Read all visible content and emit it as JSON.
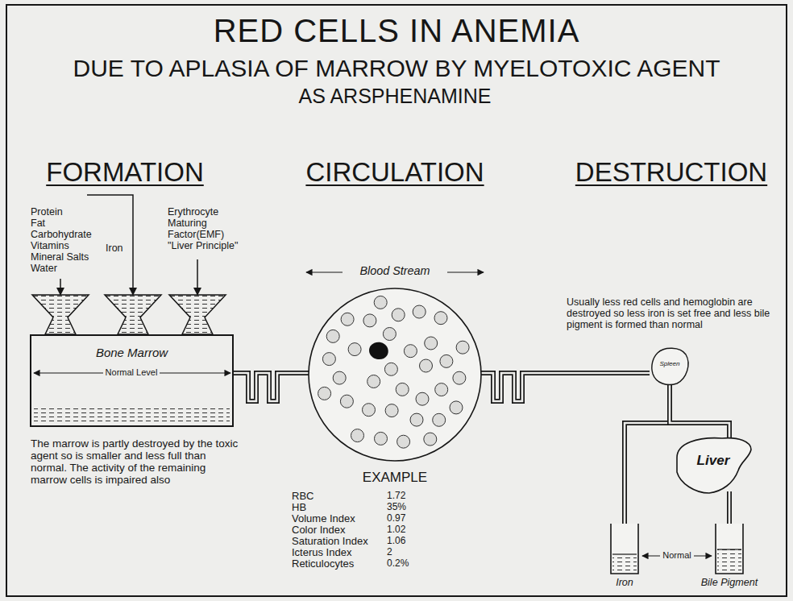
{
  "diagram": {
    "title": "RED CELLS IN ANEMIA",
    "nodes": [
      {
        "text": [
          "Bone Marrow"
        ]
      },
      {
        "text": [
          "Blood Stream"
        ]
      },
      {
        "text": [
          "Spleen"
        ]
      },
      {
        "text": [
          "Liver"
        ]
      },
      {
        "text": [
          "Iron"
        ]
      },
      {
        "text": [
          "Bile Pigment"
        ]
      }
    ],
    "edges": [
      {
        "from": 0,
        "to": 1,
        "arrow": "none"
      },
      {
        "from": 1,
        "to": 2,
        "arrow": "none"
      },
      {
        "from": 2,
        "to": 4,
        "arrow": "none"
      },
      {
        "from": 2,
        "to": 3,
        "arrow": "none"
      },
      {
        "from": 3,
        "to": 5,
        "arrow": "none"
      }
    ],
    "labels": [
      "DUE TO APLASIA OF MARROW BY MYELOTOXIC AGENT",
      "AS ARSPHENAMINE",
      "FORMATION",
      "CIRCULATION",
      "DESTRUCTION",
      "Protein",
      "Fat",
      "Carbohydrate",
      "Vitamins",
      "Mineral Salts",
      "Water",
      "Iron",
      "Erythrocyte",
      "Maturing",
      "Factor(EMF)",
      "\"Liver Principle\"",
      "Normal Level",
      "The marrow is partly destroyed by the toxic agent so is smaller and less full than normal. The activity of the remaining marrow cells is impaired also",
      "Usually less red cells and hemoglobin are destroyed so less iron is set free and less bile pigment is formed than normal",
      "EXAMPLE",
      "RBC",
      "1.72",
      "HB",
      "35%",
      "Volume Index",
      "0.97",
      "Color Index",
      "1.02",
      "Saturation Index",
      "1.06",
      "Icterus Index",
      "2",
      "Reticulocytes",
      "0.2%",
      "Normal"
    ]
  }
}
